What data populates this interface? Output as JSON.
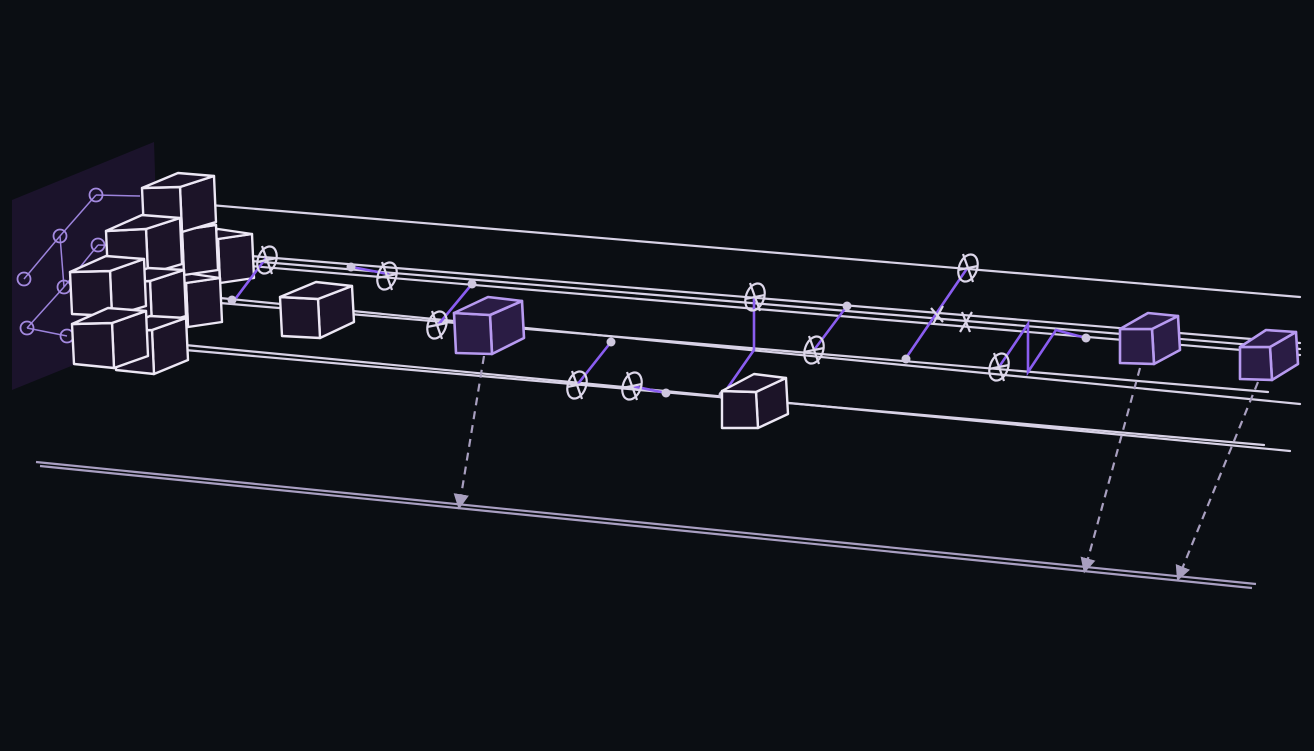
{
  "diagram": {
    "colors": {
      "background": "#0b0e13",
      "wire": "#d8d2e6",
      "classical_wire": "#a99fc2",
      "gate_stroke": "#ece7f4",
      "gate_fill": "#1c1428",
      "accent": "#8a5df0",
      "accent_gate_stroke": "#b79af0",
      "panel": "#1e1430"
    },
    "icons": {
      "gate": "cube-gate-icon",
      "measurement": "accent-cube-gate-icon",
      "target": "target-circle-icon",
      "control": "control-dot-icon"
    },
    "quantum_wires": 6,
    "classical_wires": 1,
    "measurements": 3
  }
}
